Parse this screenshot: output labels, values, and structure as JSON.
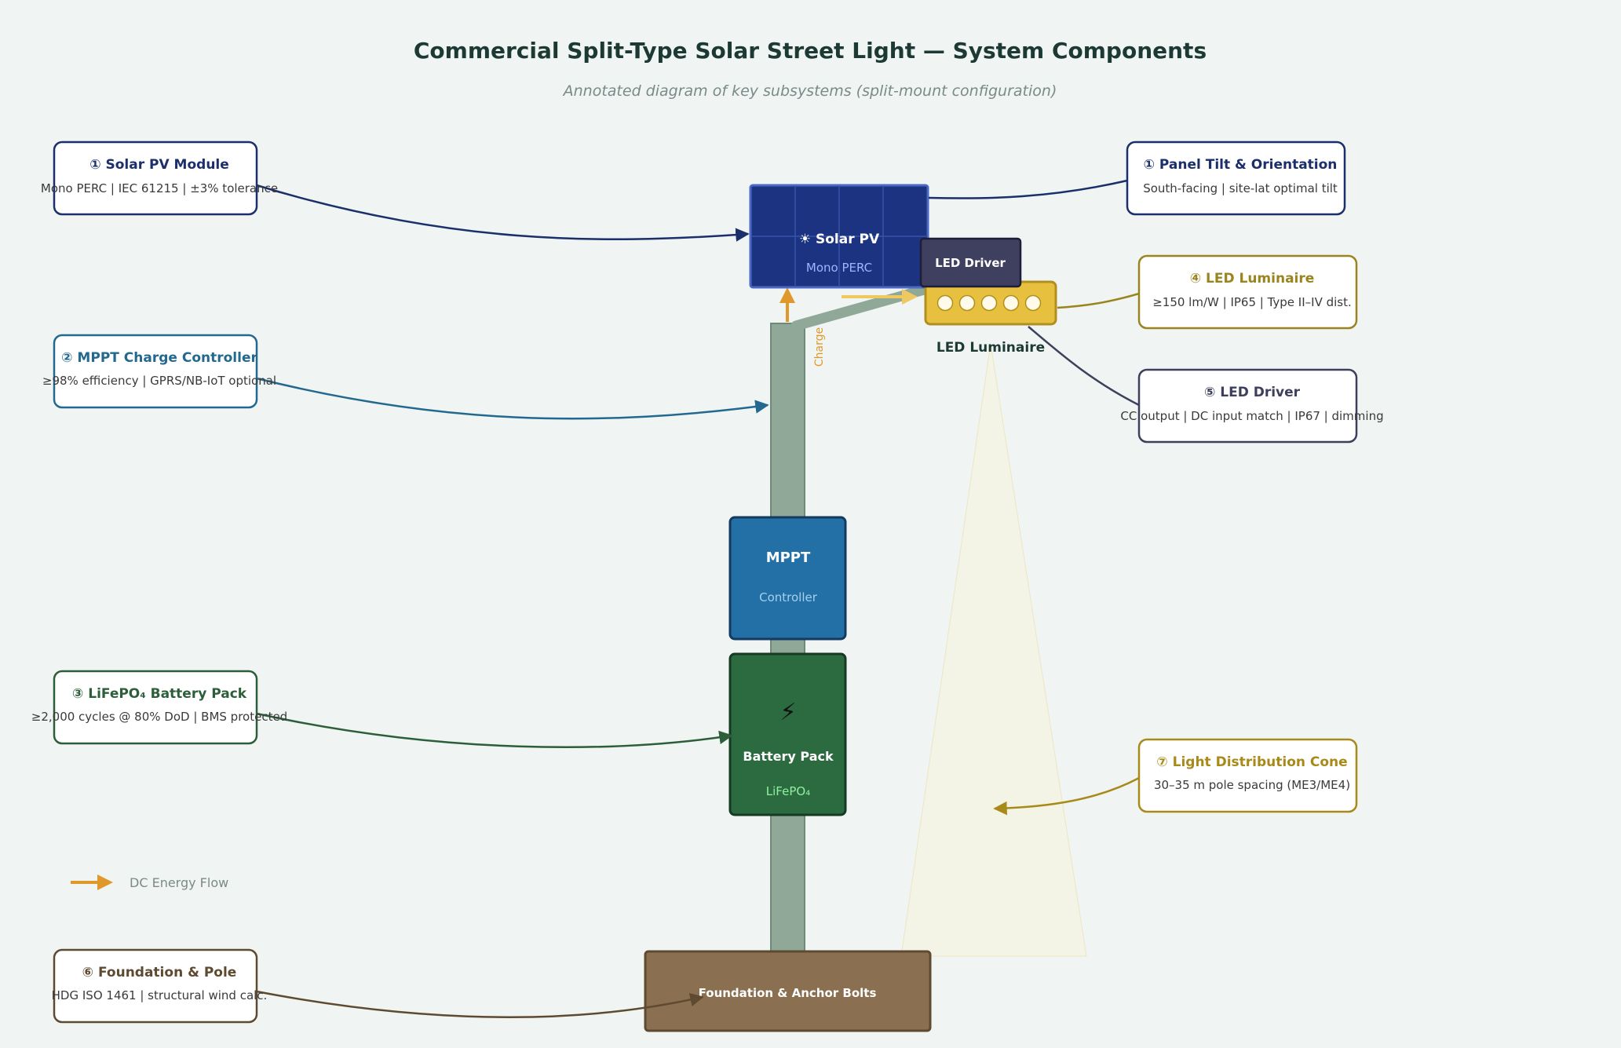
{
  "title": "Commercial Split-Type Solar Street Light — System Components",
  "subtitle": "Annotated diagram of key subsystems (split-mount configuration)",
  "callouts": [
    {
      "id": "pv",
      "title": "① Solar PV Module",
      "desc": "Mono PERC | IEC 61215 | ±3% tolerance",
      "color": "#1b2f6b"
    },
    {
      "id": "mppt",
      "title": "② MPPT Charge Controller",
      "desc": "≥98% efficiency | GPRS/NB-IoT optional",
      "color": "#23698f"
    },
    {
      "id": "battery",
      "title": "③ LiFePO₄ Battery Pack",
      "desc": "≥2,000 cycles @ 80% DoD | BMS protected",
      "color": "#2c5e3a"
    },
    {
      "id": "foundation",
      "title": "⑥ Foundation & Pole",
      "desc": "HDG ISO 1461 | structural wind calc.",
      "color": "#5e4a30"
    },
    {
      "id": "tilt",
      "title": "① Panel Tilt & Orientation",
      "desc": "South-facing | site-lat optimal tilt",
      "color": "#1b2f6b"
    },
    {
      "id": "luminaire",
      "title": "④ LED Luminaire",
      "desc": "≥150 lm/W | IP65 | Type II–IV dist.",
      "color": "#9a8420"
    },
    {
      "id": "driver",
      "title": "⑤ LED Driver",
      "desc": "CC output | DC input match | IP67 | dimming",
      "color": "#3d3f5c"
    },
    {
      "id": "cone",
      "title": "⑦ Light Distribution Cone",
      "desc": "30–35 m pole spacing (ME3/ME4)",
      "color": "#a88a1a"
    }
  ],
  "components": {
    "pv_label": "☀ Solar PV",
    "pv_sub": "Mono PERC",
    "driver_label": "LED Driver",
    "luminaire_label": "LED Luminaire",
    "charge_label": "Charge",
    "mppt_label": "MPPT",
    "mppt_sub": "Controller",
    "battery_icon": "⚡",
    "battery_label": "Battery Pack",
    "battery_sub": "LiFePO₄",
    "foundation_label": "Foundation & Anchor Bolts"
  },
  "legend": {
    "label": "DC Energy Flow",
    "color": "#e0982a"
  },
  "colors": {
    "background": "#f0f4f2",
    "pole": "#8fa897",
    "pv": "#1b3380",
    "mppt": "#2370a6",
    "battery": "#2c6a40",
    "foundation": "#8a7050",
    "luminaire": "#e8c040",
    "driver": "#3f3f60"
  }
}
